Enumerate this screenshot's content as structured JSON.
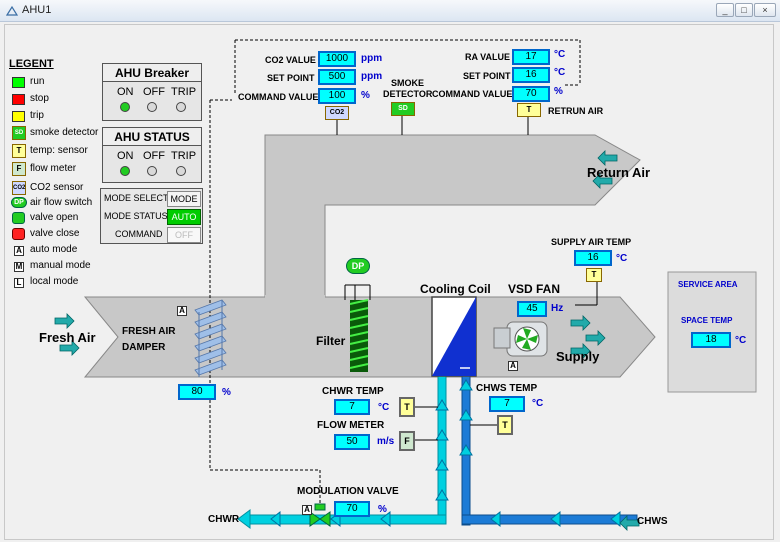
{
  "window": {
    "title": "AHU1",
    "minimize": "_",
    "maximize": "□",
    "close": "×"
  },
  "legend": {
    "title": "LEGENT",
    "items": [
      {
        "label": "run",
        "color": "#00ff00"
      },
      {
        "label": "stop",
        "color": "#ff0000"
      },
      {
        "label": "trip",
        "color": "#ffff00"
      },
      {
        "label": "smoke detector",
        "badge": "SD"
      },
      {
        "label": "temp: sensor",
        "badge": "T"
      },
      {
        "label": "flow meter",
        "badge": "F"
      },
      {
        "label": "CO2 sensor",
        "badge": "CO2"
      },
      {
        "label": "air flow switch",
        "badge": "DP"
      },
      {
        "label": "valve open"
      },
      {
        "label": "valve close"
      },
      {
        "label": "auto mode",
        "badge": "A"
      },
      {
        "label": "manual mode",
        "badge": "M"
      },
      {
        "label": "local mode",
        "badge": "L"
      }
    ]
  },
  "breaker": {
    "title": "AHU Breaker",
    "on": "ON",
    "off": "OFF",
    "trip": "TRIP"
  },
  "status": {
    "title": "AHU STATUS",
    "on": "ON",
    "off": "OFF",
    "trip": "TRIP"
  },
  "mode": {
    "select_label": "MODE SELECT",
    "select_btn": "MODE",
    "status_label": "MODE STATUS",
    "status_value": "AUTO",
    "command_label": "COMMAND",
    "command_value": "OFF"
  },
  "co2": {
    "value_label": "CO2 VALUE",
    "value": "1000",
    "value_unit": "ppm",
    "setpoint_label": "SET POINT",
    "setpoint": "500",
    "setpoint_unit": "ppm",
    "command_label": "COMMAND VALUE",
    "command": "100",
    "command_unit": "%",
    "badge": "CO2"
  },
  "smoke": {
    "label_line1": "SMOKE",
    "label_line2": "DETECTOR",
    "badge": "SD"
  },
  "ra": {
    "value_label": "RA VALUE",
    "value": "17",
    "value_unit": "°C",
    "setpoint_label": "SET POINT",
    "setpoint": "16",
    "setpoint_unit": "°C",
    "command_label": "COMMAND VALUE",
    "command": "70",
    "command_unit": "%",
    "sensor_label": "RETRUN AIR",
    "badge": "T"
  },
  "return_air_label": "Return Air",
  "fresh_air_label": "Fresh Air",
  "damper": {
    "label_line1": "FRESH AIR",
    "label_line2": "DAMPER",
    "value": "80",
    "unit": "%",
    "mode": "A"
  },
  "filter": {
    "label": "Filter",
    "dp_badge": "DP"
  },
  "coil": {
    "label": "Cooling Coil"
  },
  "fan": {
    "label": "VSD FAN",
    "value": "45",
    "unit": "Hz",
    "mode": "A"
  },
  "supply": {
    "label": "Supply",
    "temp_label": "SUPPLY AIR TEMP",
    "temp": "16",
    "temp_unit": "°C",
    "badge": "T"
  },
  "service": {
    "title": "SERVICE AREA",
    "space_label": "SPACE TEMP",
    "space_temp": "18",
    "unit": "°C"
  },
  "chwr": {
    "temp_label": "CHWR TEMP",
    "temp": "7",
    "temp_unit": "°C",
    "badge": "T",
    "pipe_label": "CHWR"
  },
  "flow": {
    "label": "FLOW METER",
    "value": "50",
    "unit": "m/s",
    "badge": "F"
  },
  "chws": {
    "temp_label": "CHWS TEMP",
    "temp": "7",
    "temp_unit": "°C",
    "badge": "T",
    "pipe_label": "CHWS"
  },
  "valve": {
    "label": "MODULATION VALVE",
    "value": "70",
    "unit": "%",
    "mode": "A"
  }
}
